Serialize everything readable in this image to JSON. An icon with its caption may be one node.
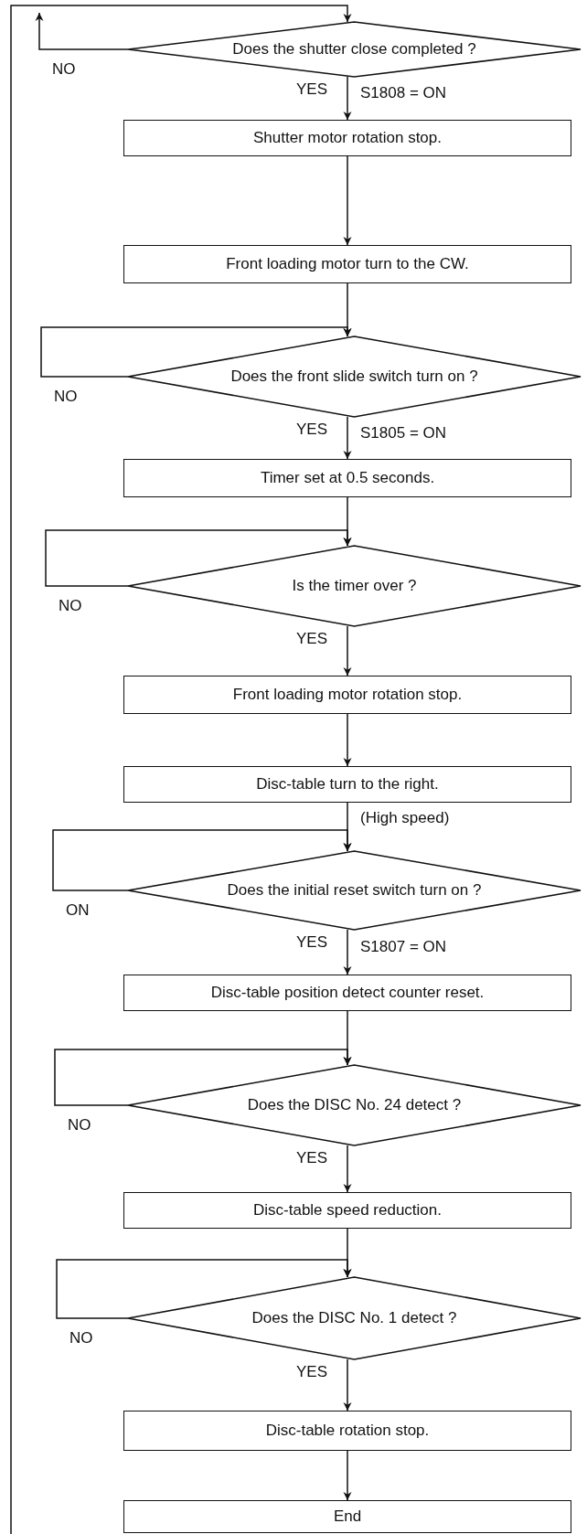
{
  "diagram": {
    "nodes": [
      {
        "text": [
          "Does the shutter close completed ?"
        ]
      },
      {
        "text": [
          "Shutter motor rotation stop."
        ]
      },
      {
        "text": [
          "Front loading motor turn to the CW."
        ]
      },
      {
        "text": [
          "Does the front slide switch turn on ?"
        ]
      },
      {
        "text": [
          "Timer set at 0.5 seconds."
        ]
      },
      {
        "text": [
          "Is the timer over ?"
        ]
      },
      {
        "text": [
          "Front loading motor rotation stop."
        ]
      },
      {
        "text": [
          "Disc-table turn to the right."
        ]
      },
      {
        "text": [
          "Does the initial reset switch turn on ?"
        ]
      },
      {
        "text": [
          "Disc-table position detect counter reset."
        ]
      },
      {
        "text": [
          "Does the DISC No. 24 detect ?"
        ]
      },
      {
        "text": [
          "Disc-table speed reduction."
        ]
      },
      {
        "text": [
          "Does the DISC No. 1 detect ?"
        ]
      },
      {
        "text": [
          "Disc-table rotation stop."
        ]
      },
      {
        "text": [
          "End"
        ]
      }
    ],
    "edges": [
      {
        "from": null,
        "to": 0,
        "arrow": "to"
      },
      {
        "from": 0,
        "to": null,
        "arrow": "to",
        "label": "NO"
      },
      {
        "from": 0,
        "to": 1,
        "arrow": "to",
        "label": "YES"
      },
      {
        "from": 1,
        "to": 2,
        "arrow": "to"
      },
      {
        "from": 2,
        "to": 3,
        "arrow": "to"
      },
      {
        "from": 3,
        "to": 3,
        "arrow": "to",
        "label": "NO"
      },
      {
        "from": 3,
        "to": 4,
        "arrow": "to",
        "label": "YES"
      },
      {
        "from": 4,
        "to": 5,
        "arrow": "to"
      },
      {
        "from": 5,
        "to": 5,
        "arrow": "to",
        "label": "NO"
      },
      {
        "from": 5,
        "to": 6,
        "arrow": "to",
        "label": "YES"
      },
      {
        "from": 6,
        "to": 7,
        "arrow": "to"
      },
      {
        "from": 7,
        "to": 8,
        "arrow": "to"
      },
      {
        "from": 8,
        "to": 8,
        "arrow": "to",
        "label": "ON"
      },
      {
        "from": 8,
        "to": 9,
        "arrow": "to",
        "label": "YES"
      },
      {
        "from": 9,
        "to": 10,
        "arrow": "to"
      },
      {
        "from": 10,
        "to": 10,
        "arrow": "to",
        "label": "NO"
      },
      {
        "from": 10,
        "to": 11,
        "arrow": "to",
        "label": "YES"
      },
      {
        "from": 11,
        "to": 12,
        "arrow": "to"
      },
      {
        "from": 12,
        "to": 12,
        "arrow": "to",
        "label": "NO"
      },
      {
        "from": 12,
        "to": 13,
        "arrow": "to",
        "label": "YES"
      },
      {
        "from": 13,
        "to": 14,
        "arrow": "to"
      }
    ],
    "labels": [
      "S1808 = ON",
      "S1805 = ON",
      "(High speed)",
      "S1807 = ON"
    ]
  }
}
